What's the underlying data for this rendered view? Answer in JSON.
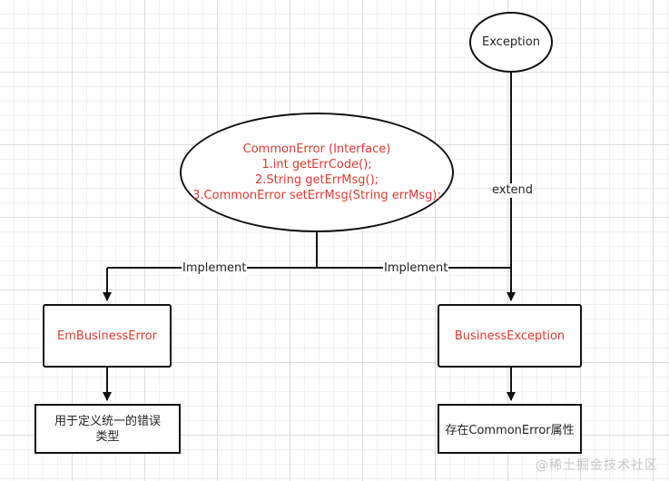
{
  "nodes": {
    "exception": "Exception",
    "common_error": {
      "lines": [
        "CommonError (Interface)",
        "1.int getErrCode();",
        "2.String getErrMsg();",
        "3.CommonError setErrMsg(String errMsg);"
      ]
    },
    "em_business_error": "EmBusinessError",
    "business_exception": "BusinessException",
    "unified_error_note": "用于定义统一的错误类型",
    "holds_common_error_note": "存在CommonError属性"
  },
  "edges": {
    "implement_left": "Implement",
    "implement_right": "Implement",
    "extend": "extend"
  },
  "watermark": "@稀土掘金技术社区",
  "colors": {
    "interface_text": "#e03a2f",
    "stroke": "#111111"
  }
}
